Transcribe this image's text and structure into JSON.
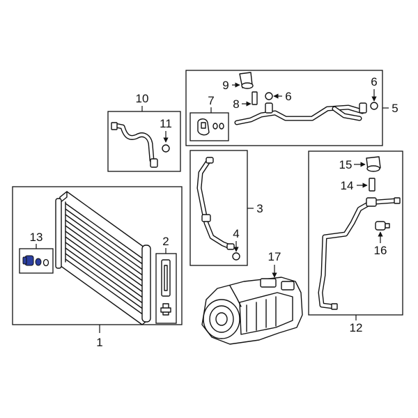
{
  "diagram": {
    "callouts": {
      "c1": "1",
      "c2": "2",
      "c3": "3",
      "c4": "4",
      "c5": "5",
      "c6a": "6",
      "c6b": "6",
      "c7": "7",
      "c8": "8",
      "c9": "9",
      "c10": "10",
      "c11": "11",
      "c12": "12",
      "c13": "13",
      "c14": "14",
      "c15": "15",
      "c16": "16",
      "c17": "17"
    },
    "highlight_color": "#2b3fa0"
  }
}
